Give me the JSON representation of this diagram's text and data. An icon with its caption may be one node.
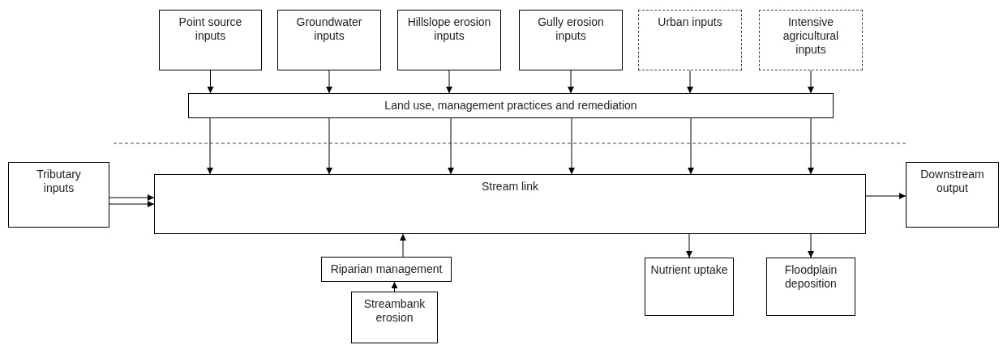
{
  "diagram": {
    "nodes": [
      {
        "text": [
          "Point source inputs"
        ]
      },
      {
        "text": [
          "Groundwater inputs"
        ]
      },
      {
        "text": [
          "Hillslope erosion inputs"
        ]
      },
      {
        "text": [
          "Gully erosion inputs"
        ]
      },
      {
        "text": [
          "Urban inputs"
        ]
      },
      {
        "text": [
          "Intensive agricultural inputs"
        ]
      },
      {
        "text": [
          "Land use, management practices and remediation"
        ]
      },
      {
        "text": [
          "Tributary inputs"
        ]
      },
      {
        "text": [
          "Stream link"
        ]
      },
      {
        "text": [
          "Downstream output"
        ]
      },
      {
        "text": [
          "Riparian management"
        ]
      },
      {
        "text": [
          "Nutrient uptake"
        ]
      },
      {
        "text": [
          "Floodplain deposition"
        ]
      },
      {
        "text": [
          "Streambank erosion"
        ]
      }
    ],
    "edges": [
      {
        "from": 0,
        "to": 6,
        "arrow": "to"
      },
      {
        "from": 1,
        "to": 6,
        "arrow": "to"
      },
      {
        "from": 2,
        "to": 6,
        "arrow": "to"
      },
      {
        "from": 3,
        "to": 6,
        "arrow": "to"
      },
      {
        "from": 4,
        "to": 6,
        "arrow": "to"
      },
      {
        "from": 5,
        "to": 6,
        "arrow": "to"
      },
      {
        "from": 6,
        "to": 8,
        "arrow": "to"
      },
      {
        "from": 6,
        "to": 8,
        "arrow": "to"
      },
      {
        "from": 6,
        "to": 8,
        "arrow": "to"
      },
      {
        "from": 6,
        "to": 8,
        "arrow": "to"
      },
      {
        "from": 6,
        "to": 8,
        "arrow": "to"
      },
      {
        "from": 6,
        "to": 8,
        "arrow": "to"
      },
      {
        "from": 7,
        "to": 8,
        "arrow": "to"
      },
      {
        "from": 7,
        "to": 8,
        "arrow": "to"
      },
      {
        "from": 8,
        "to": 9,
        "arrow": "to"
      },
      {
        "from": 10,
        "to": 8,
        "arrow": "to"
      },
      {
        "from": 13,
        "to": 10,
        "arrow": "to"
      },
      {
        "from": 8,
        "to": 11,
        "arrow": "to"
      },
      {
        "from": 8,
        "to": 12,
        "arrow": "to"
      }
    ]
  }
}
